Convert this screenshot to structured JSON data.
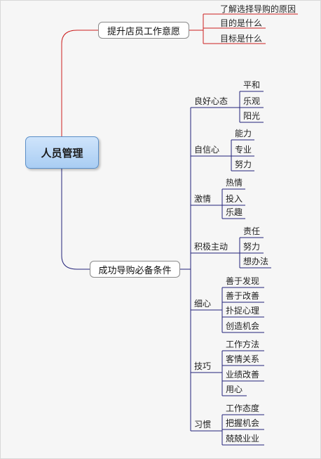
{
  "root": {
    "label": "人员管理"
  },
  "branch1": {
    "label": "提升店员工作意愿",
    "children": [
      "了解选择导购的原因",
      "目的是什么",
      "目标是什么"
    ]
  },
  "branch2": {
    "label": "成功导购必备条件",
    "children": [
      {
        "label": "良好心态",
        "children": [
          "平和",
          "乐观",
          "阳光"
        ]
      },
      {
        "label": "自信心",
        "children": [
          "能力",
          "专业",
          "努力"
        ]
      },
      {
        "label": "激情",
        "children": [
          "热情",
          "投入",
          "乐趣"
        ]
      },
      {
        "label": "积极主动",
        "children": [
          "责任",
          "努力",
          "想办法"
        ]
      },
      {
        "label": "细心",
        "children": [
          "善于发现",
          "善于改善",
          "扑捉心理",
          "创造机会"
        ]
      },
      {
        "label": "技巧",
        "children": [
          "工作方法",
          "客情关系",
          "业绩改善",
          "用心"
        ]
      },
      {
        "label": "习惯",
        "children": [
          "工作态度",
          "把握机会",
          "兢兢业业"
        ]
      }
    ]
  },
  "colors": {
    "branch1_line": "#cc2020",
    "branch2_line": "#23237a",
    "root_fill": "#b7d6f6"
  }
}
